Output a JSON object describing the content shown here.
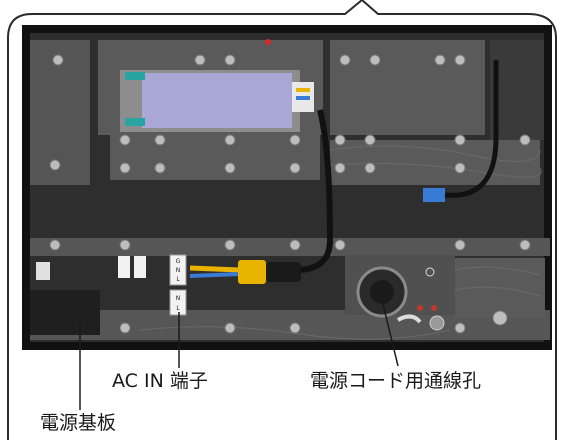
{
  "callouts": {
    "ac_in_terminal": "AC IN 端子",
    "power_cord_hole": "電源コード用通線孔",
    "power_board": "電源基板"
  },
  "terminal_markings": [
    "G",
    "N",
    "L",
    "N",
    "L"
  ],
  "colors": {
    "callout_border": "#2b2b2b",
    "cabinet_dark": "#2e2e2e",
    "panel_gray": "#5c5c5c",
    "psu_lavender": "#a8a7d6",
    "terminal_white": "#f2f2f2",
    "connector_yellow": "#e8b400",
    "connector_blue": "#3a7bd5",
    "bolt_teal": "#2aa3a3"
  }
}
